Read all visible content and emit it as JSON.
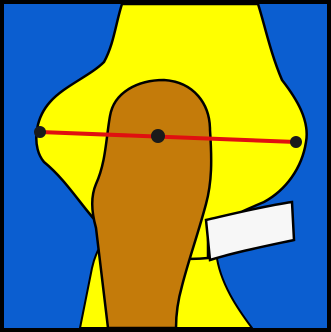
{
  "colors": {
    "frame": "#000000",
    "background": "#0b5ed0",
    "upper_bone": "#ffff00",
    "lower_bone": "#ffff00",
    "inner_bone": "#c47b0a",
    "cartilage": "#f7f7f7",
    "axis_line": "#e01010",
    "landmark": "#1a1a1a"
  },
  "icons": {
    "landmark_left": "circle-dot",
    "landmark_center": "circle-dot",
    "landmark_right": "circle-dot"
  }
}
